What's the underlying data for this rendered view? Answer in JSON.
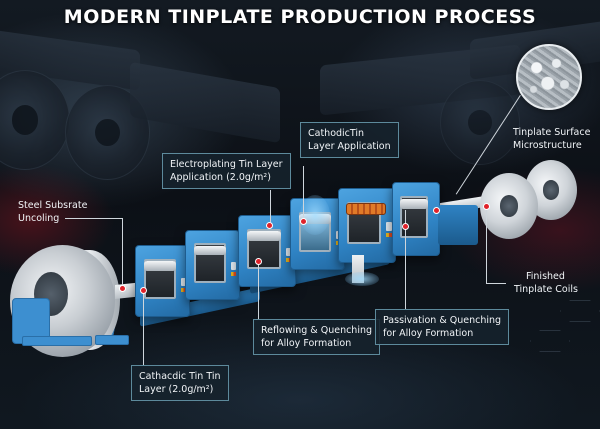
{
  "title": "MODERN TINPLATE PRODUCTION PROCESS",
  "labels": {
    "uncoiling": {
      "line1": "Steel Subsrate",
      "line2": "Uncoling"
    },
    "cathodic_bottom": {
      "line1": "Cathacdic Tin Tin",
      "line2": "Layer (2.0g/m²)"
    },
    "electroplating": {
      "line1": "Electroplating Tin Layer",
      "line2": "Application (2.0g/m²)"
    },
    "cathodic_top": {
      "line1": "CathodicTin",
      "line2": "Layer Application"
    },
    "reflowing": {
      "line1": "Reflowing & Quenching",
      "line2": "for Alloy Formation"
    },
    "passivation": {
      "line1": "Passivation & Quenching",
      "line2": "for Alloy Formation"
    },
    "microstructure": {
      "line1": "Tinplate Surface",
      "line2": "Microstructure"
    },
    "finished": {
      "line1": "Finished",
      "line2": "Tinplate Coils"
    }
  },
  "colors": {
    "machine_blue": "#3d8fd0",
    "marker_red": "#e0222a",
    "label_border": "#5d8a9c",
    "label_bg": "#16222c",
    "background": "#0d1117"
  }
}
